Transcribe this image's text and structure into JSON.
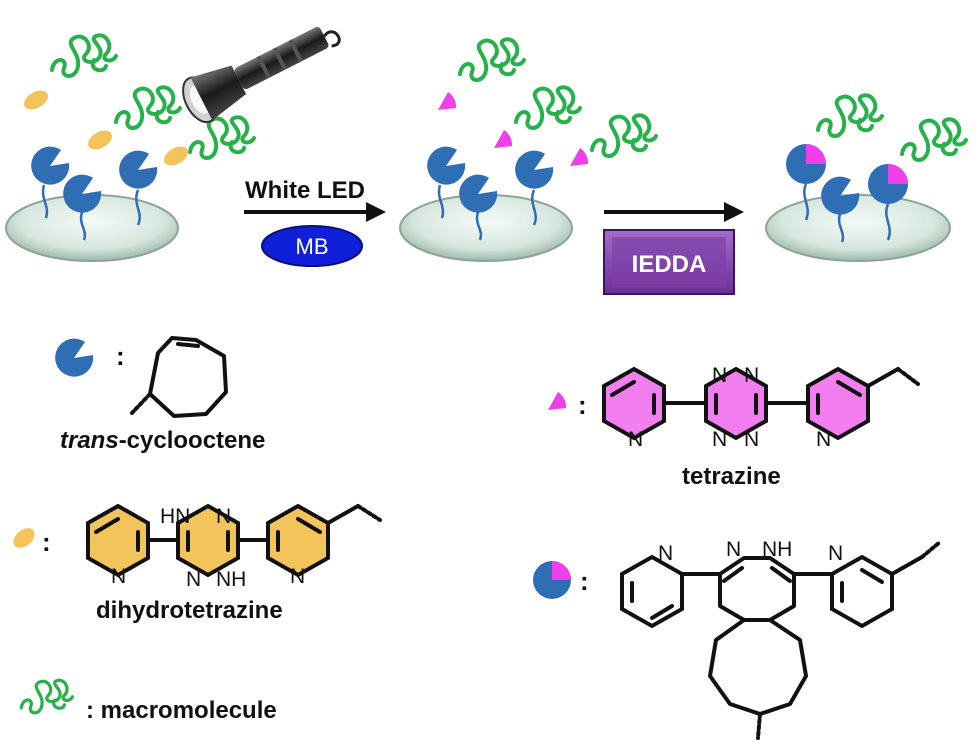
{
  "step1": {
    "label": "White LED",
    "catalyst": "MB"
  },
  "step2": {
    "label": "IEDDA"
  },
  "legend": {
    "tco": {
      "prefix": "trans",
      "suffix": "-cyclooctene"
    },
    "dhtz": {
      "name": "dihydrotetrazine"
    },
    "tz": {
      "name": "tetrazine"
    },
    "macro": {
      "name": ": macromolecule"
    }
  },
  "atoms": {
    "n": "N",
    "hn": "HN",
    "nh": "NH",
    "colon": ":"
  },
  "colors": {
    "tco": "#2f6db5",
    "dhtz": "#f2c45a",
    "tz": "#ee3fea",
    "tz_ring": "#f27ef0",
    "macro": "#27b14a",
    "catalyst": "#1020d8",
    "iedda_box": "#7e3fa6"
  },
  "icons": [
    "flashlight-icon",
    "glass-slide-icon",
    "macromolecule-coil-icon"
  ]
}
